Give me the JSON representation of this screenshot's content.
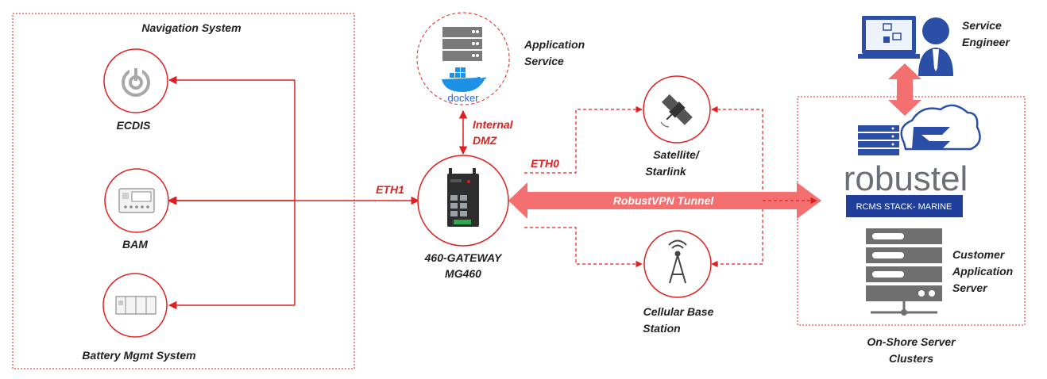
{
  "groups": {
    "navigation_system": "Navigation System",
    "on_shore_line1": "On-Shore Server",
    "on_shore_line2": "Clusters"
  },
  "devices": {
    "ecdis": "ECDIS",
    "bam": "BAM",
    "battery": "Battery Mgmt System",
    "gateway_line1": "460-GATEWAY",
    "gateway_line2": "MG460",
    "app_service_line1": "Application",
    "app_service_line2": "Service",
    "docker": "docker",
    "satellite_line1": "Satellite/",
    "satellite_line2": "Starlink",
    "cellular_line1": "Cellular Base",
    "cellular_line2": "Station",
    "engineer_line1": "Service",
    "engineer_line2": "Engineer",
    "customer_line1": "Customer",
    "customer_line2": "Application",
    "customer_line3": "Server",
    "brand": "robustel",
    "stack": "RCMS STACK- MARINE"
  },
  "links": {
    "eth1": "ETH1",
    "eth0": "ETH0",
    "internal_line1": "Internal",
    "internal_line2": "DMZ",
    "tunnel": "RobustVPN Tunnel"
  },
  "colors": {
    "accent": "#e02020",
    "tunnel": "#f47070",
    "brand_blue": "#1f3f9a",
    "icon_gray": "#8c8c8c"
  }
}
